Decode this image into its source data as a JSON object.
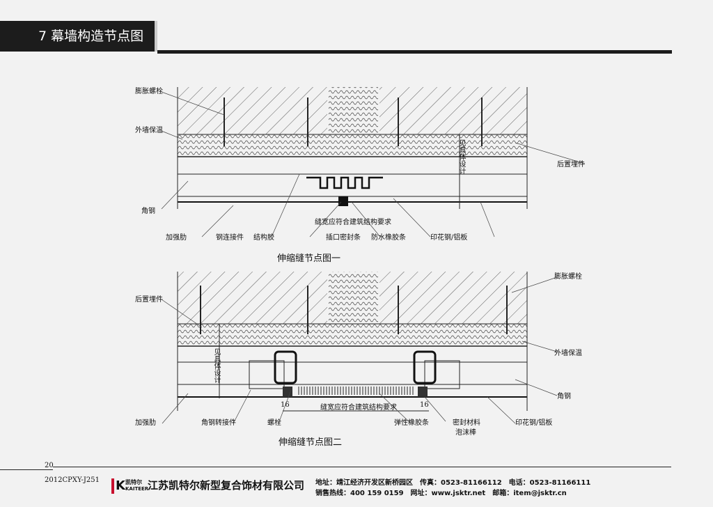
{
  "header": {
    "title": "7 幕墙构造节点图"
  },
  "diagram1": {
    "caption": "伸缩缝节点图一",
    "labels": {
      "expansion_bolt": "膨胀螺栓",
      "insulation": "外墙保温",
      "embedded_part": "后置埋件",
      "angle_steel": "角钢",
      "stiffener": "加强肋",
      "steel_connector": "钢连接件",
      "structural_glue": "结构胶",
      "gap_note": "缝宽应符合建筑结构要求",
      "insert_seal": "插口密封条",
      "waterproof_strip": "防水橡胶条",
      "panel": "印花钢/铝板",
      "see_design": "见具体设计"
    }
  },
  "diagram2": {
    "caption": "伸缩缝节点图二",
    "labels": {
      "expansion_bolt": "膨胀螺栓",
      "embedded_part": "后置埋件",
      "insulation": "外墙保温",
      "angle_steel": "角钢",
      "stiffener": "加强肋",
      "angle_connector": "角钢转接件",
      "bolt": "螺栓",
      "gap_note": "缝宽应符合建筑结构要求",
      "elastic_strip": "弹性橡胶条",
      "seal_material": "密封材料",
      "foam_rod": "泡沫棒",
      "panel": "印花钢/铝板",
      "see_design": "见具体设计",
      "dim_left": "16",
      "dim_right": "16"
    }
  },
  "footer": {
    "page_number": "20",
    "code": "2012CPXY-J251",
    "logo_cn": "凯特尔",
    "logo_en": "KAITEER",
    "company": "江苏凯特尔新型复合饰材有限公司",
    "line1": "地址：靖江经济开发区新桥园区　传真：0523-81166112　电话：0523-81166111",
    "line2": "销售热线：400 159 0159　网址：www.jsktr.net　邮箱：item@jsktr.cn"
  }
}
